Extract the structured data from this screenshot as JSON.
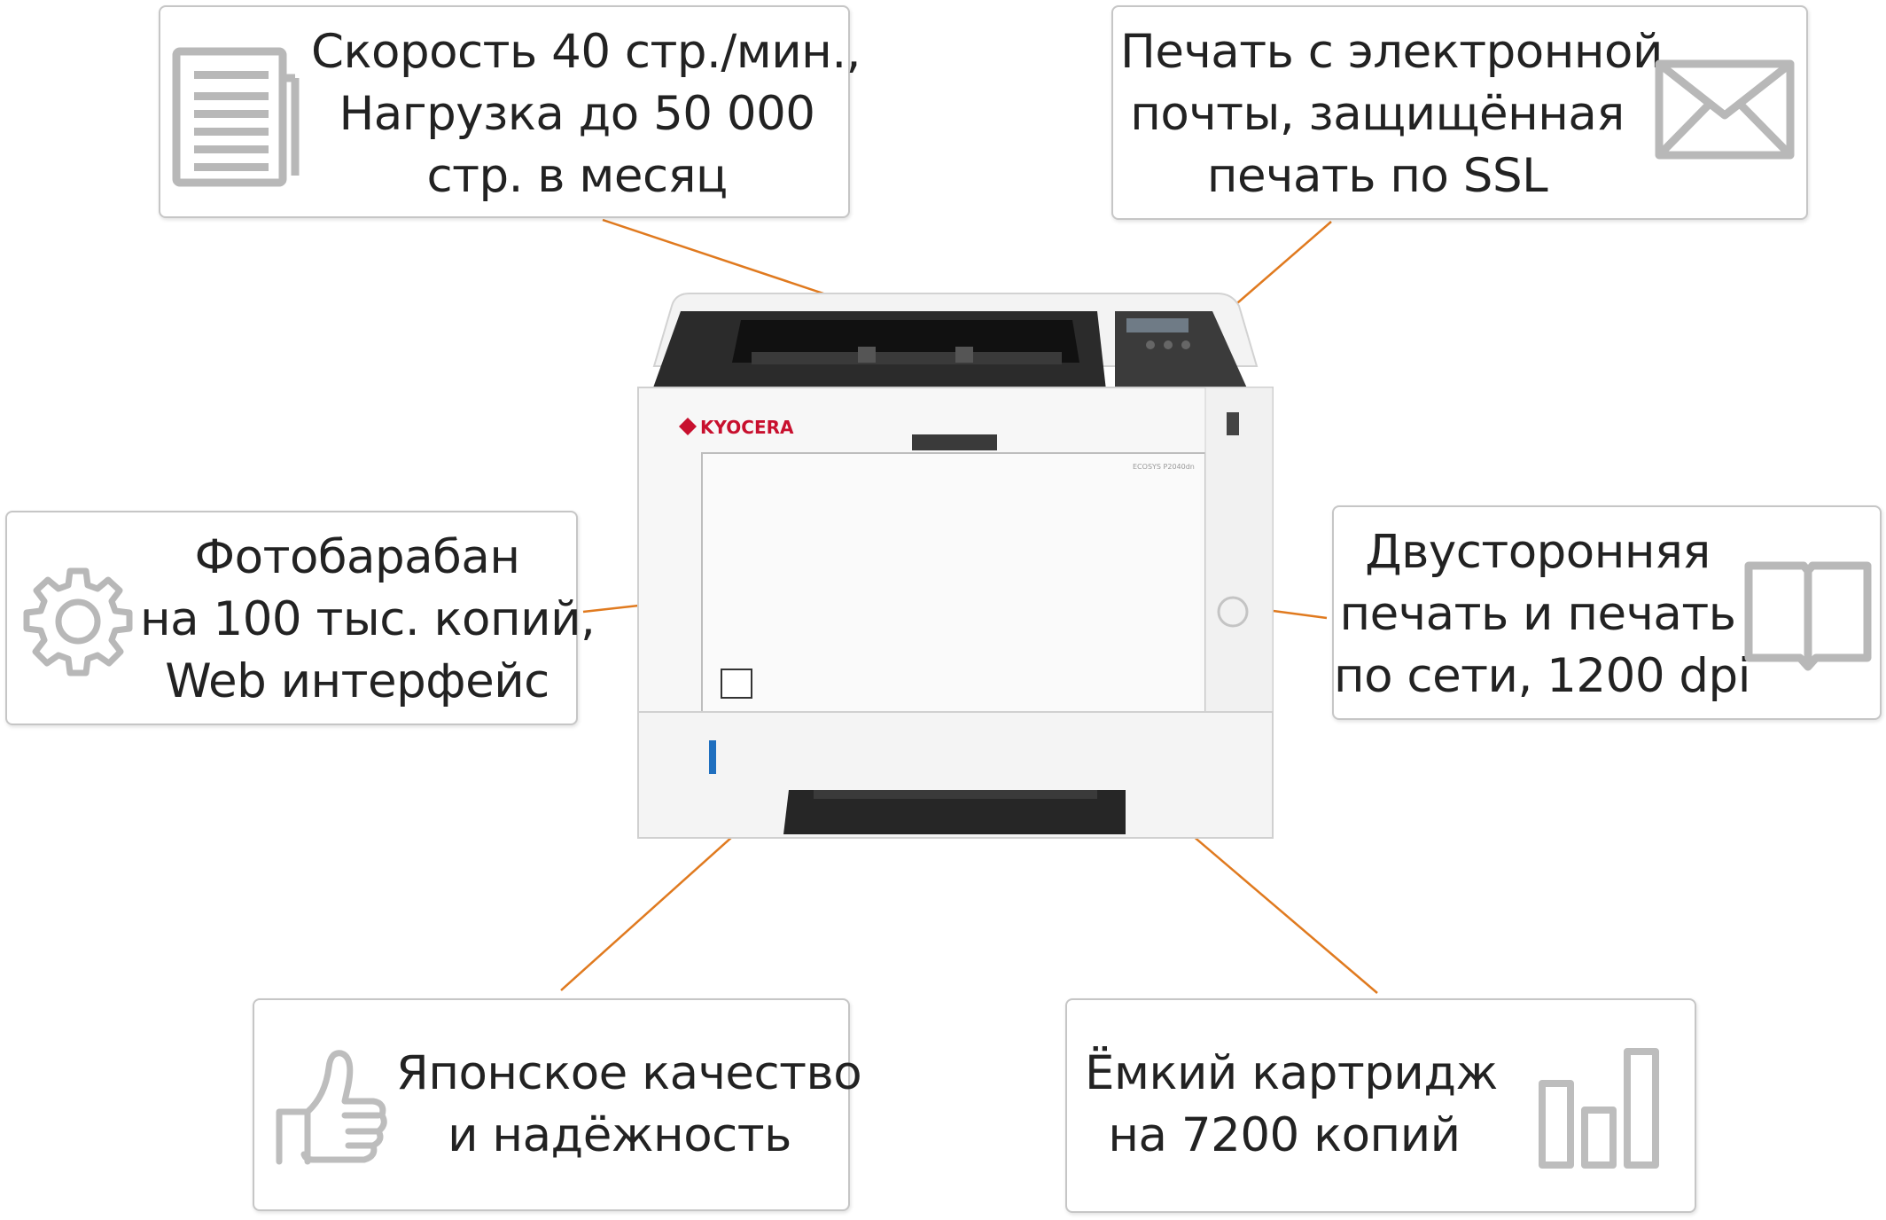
{
  "colors": {
    "accent": "#e07a1f",
    "icon": "#b8b8b8",
    "card_border": "#c6c6c6",
    "brand": "#c8102e"
  },
  "printer": {
    "brand": "KYOCERA",
    "model": "ECOSYS P2040dn"
  },
  "features": {
    "speed": {
      "icon": "document-icon",
      "lines": [
        "Скорость 40 стр./мин.,",
        "Нагрузка до 50 000",
        "стр. в месяц"
      ]
    },
    "email": {
      "icon": "envelope-icon",
      "lines": [
        "Печать с электронной",
        "почты, защищённая",
        "печать по SSL"
      ]
    },
    "drum": {
      "icon": "gear-icon",
      "lines": [
        "Фотобарабан",
        "на 100 тыс. копий,",
        "Web интерфейс"
      ]
    },
    "duplex": {
      "icon": "book-icon",
      "lines": [
        "Двусторонняя",
        "печать и печать",
        "по сети, 1200 dpi"
      ]
    },
    "quality": {
      "icon": "thumbs-up-icon",
      "lines": [
        "Японское качество",
        "и надёжность"
      ]
    },
    "cartridge": {
      "icon": "bar-chart-icon",
      "lines": [
        "Ёмкий картридж",
        "на 7200 копий"
      ]
    }
  }
}
